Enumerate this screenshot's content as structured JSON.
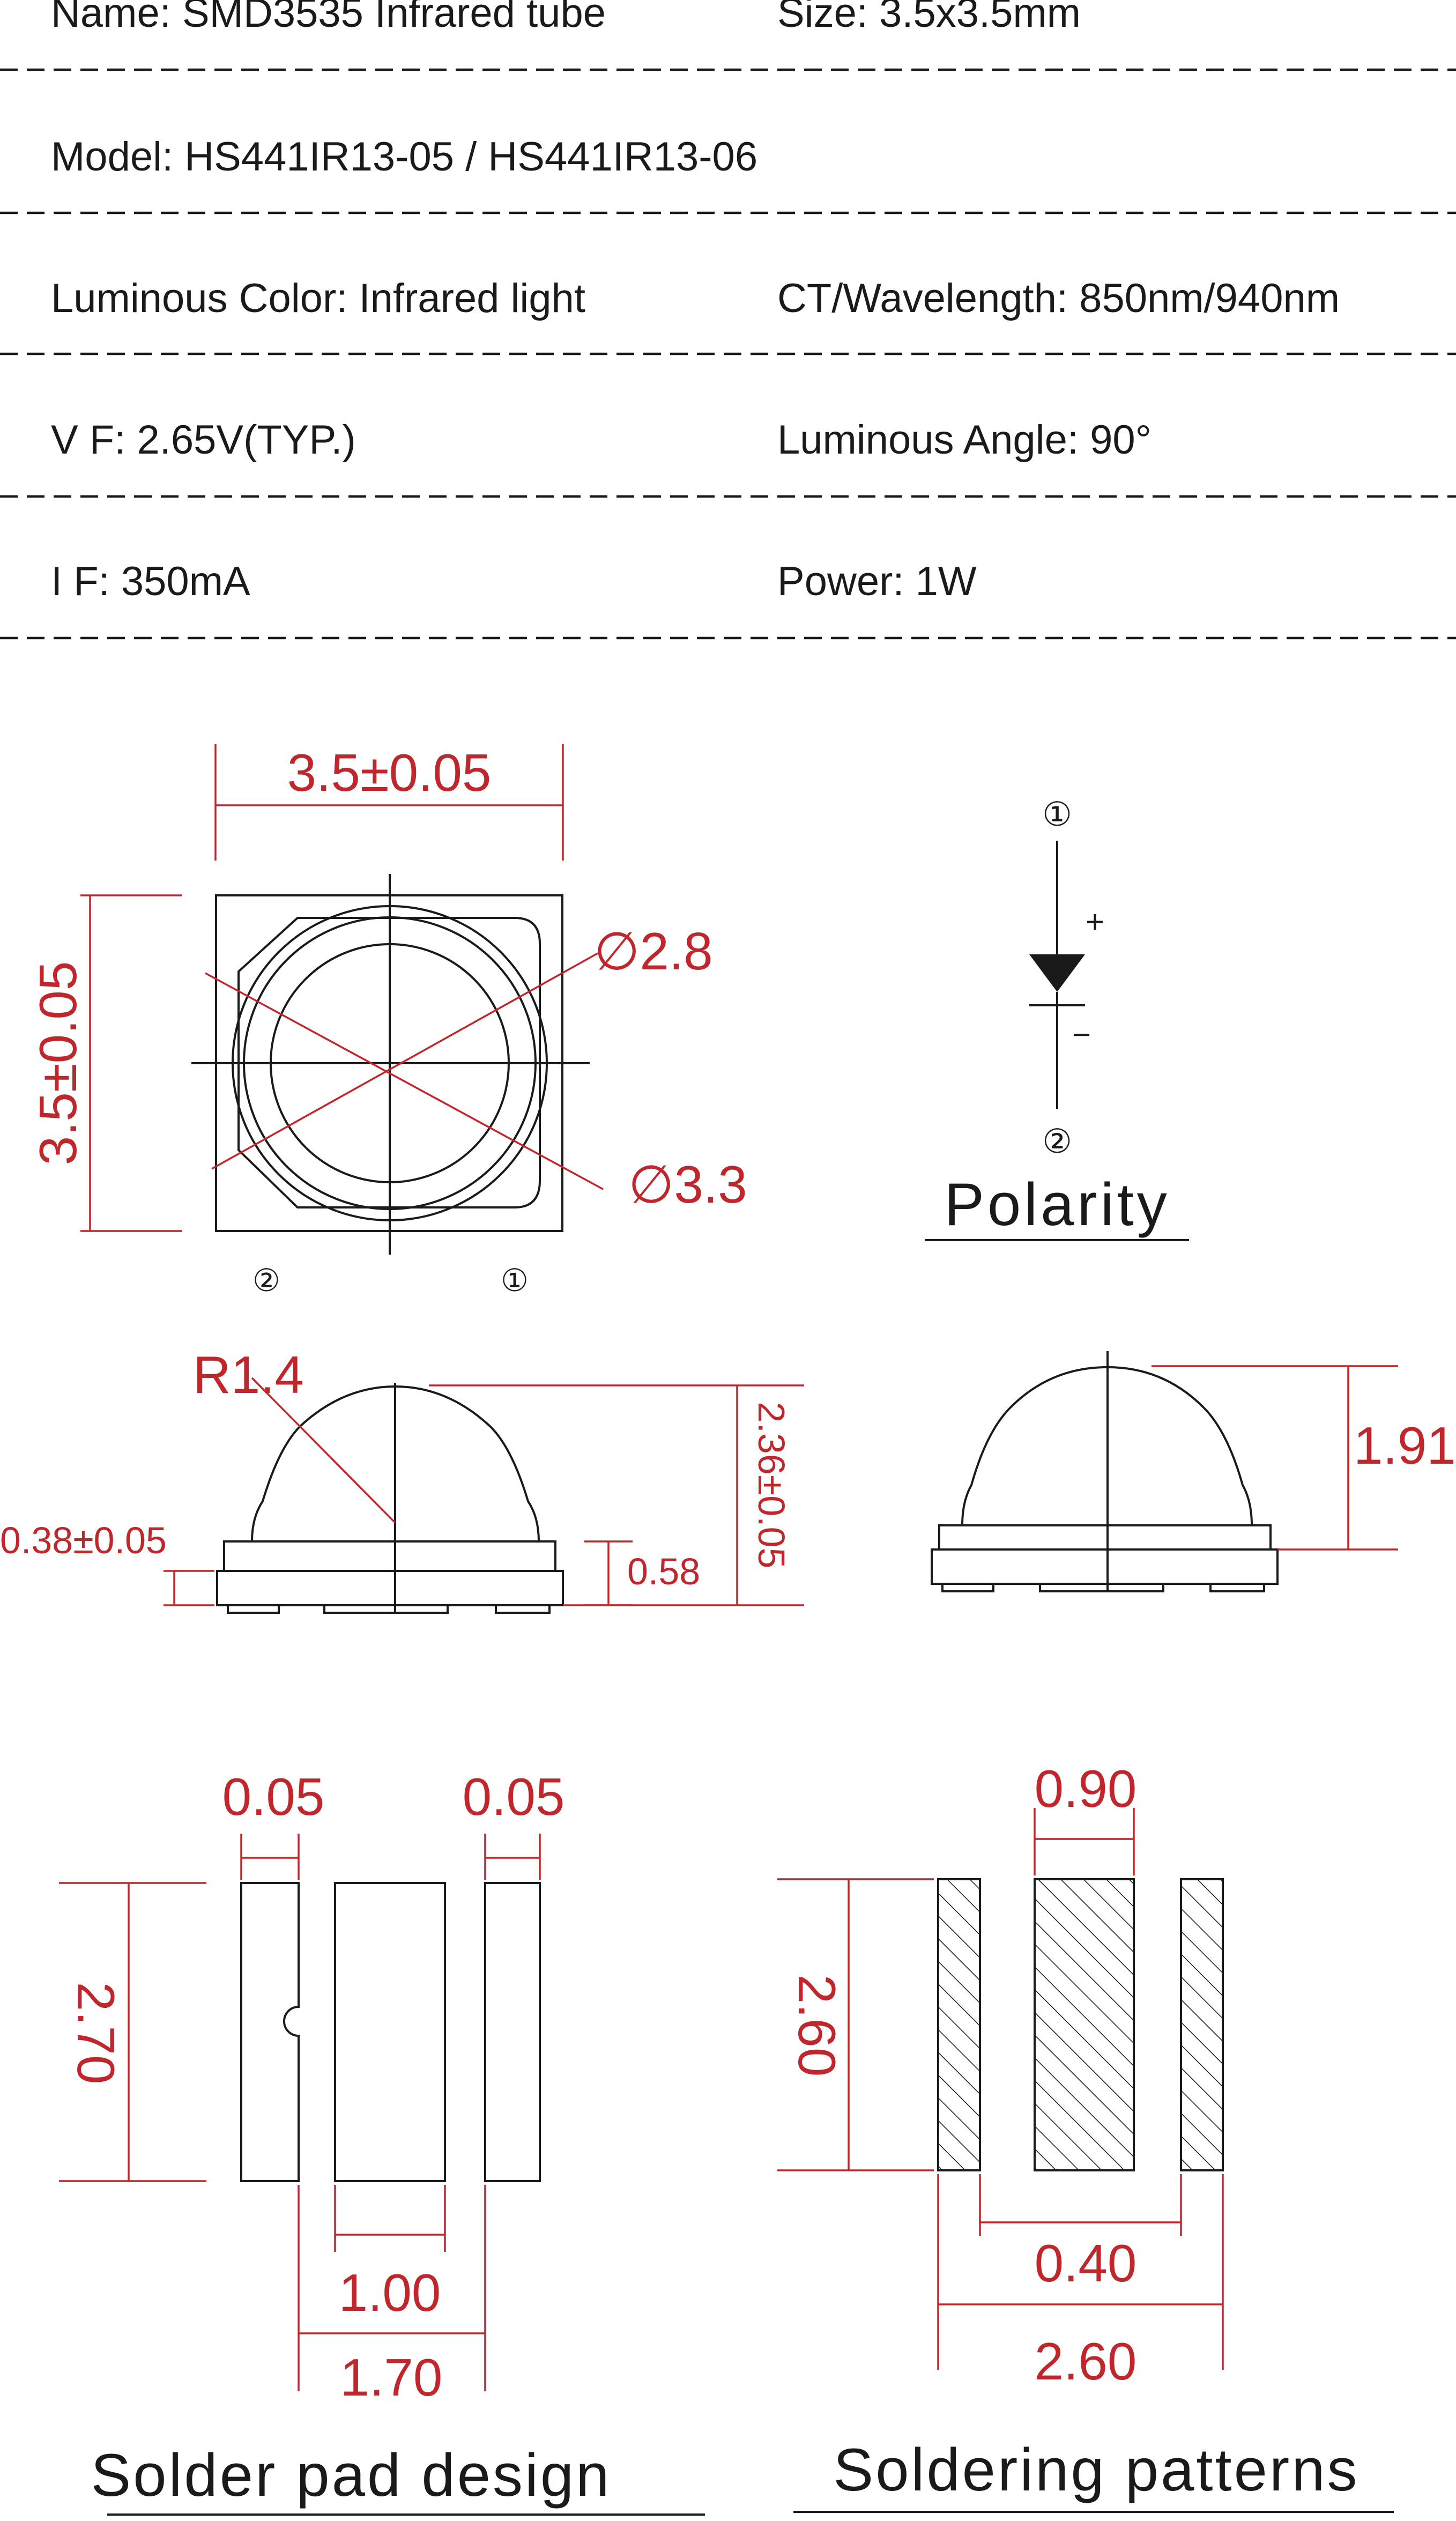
{
  "specs": {
    "name": "Name: SMD3535 Infrared tube",
    "size": "Size: 3.5x3.5mm",
    "model": "Model: HS441IR13-05 / HS441IR13-06",
    "color": "Luminous Color: Infrared light",
    "wavelength": "CT/Wavelength: 850nm/940nm",
    "vf": "V  F: 2.65V(TYP.)",
    "angle": "Luminous  Angle: 90°",
    "if": "I   F: 350mA",
    "power": "Power: 1W"
  },
  "top_view": {
    "width_dim": "3.5±0.05",
    "height_dim": "3.5±0.05",
    "inner_diameter": "∅2.8",
    "outer_diameter": "∅3.3",
    "pin2": "②",
    "pin1": "①"
  },
  "polarity": {
    "title": "Polarity",
    "pin1": "①",
    "pin2": "②",
    "plus": "+",
    "minus": "−"
  },
  "side_view": {
    "radius": "R1.4",
    "base_height": "0.38±0.05",
    "body_height": "0.58",
    "total_height": "2.36±0.05"
  },
  "side_view_2": {
    "dome_height": "1.91"
  },
  "solder_pad": {
    "title": "Solder pad design",
    "gap_left": "0.05",
    "gap_right": "0.05",
    "height": "2.70",
    "center_width": "1.00",
    "span": "1.70"
  },
  "soldering_pattern": {
    "title": "Soldering patterns",
    "center_width": "0.90",
    "height": "2.60",
    "inner_span": "0.40",
    "outer_span": "2.60"
  },
  "colors": {
    "dimension": "#c0272d",
    "line": "#1a1a1a"
  }
}
